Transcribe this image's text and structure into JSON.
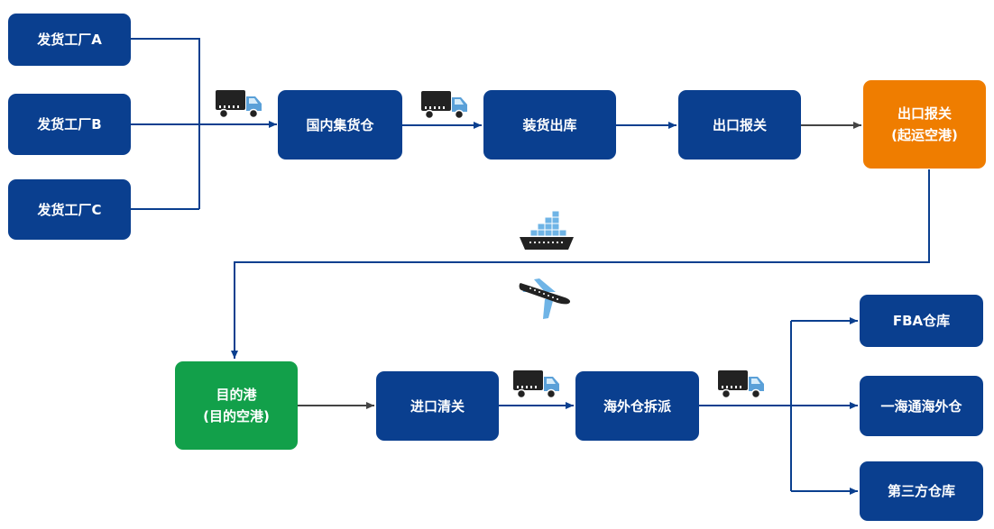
{
  "nodes": {
    "factory_a": "发货工厂A",
    "factory_b": "发货工厂B",
    "factory_c": "发货工厂C",
    "domestic_warehouse": "国内集货仓",
    "loading": "装货出库",
    "export_declaration": "出口报关",
    "export_customs_line1": "出口报关",
    "export_customs_line2": "(起运空港)",
    "destination_line1": "目的港",
    "destination_line2": "(目的空港)",
    "import_clearance": "进口清关",
    "overseas_split": "海外仓拆派",
    "fba": "FBA仓库",
    "yihaitong": "一海通海外仓",
    "third_party": "第三方仓库"
  },
  "colors": {
    "node_blue": "#0a3f8f",
    "node_orange": "#ef7d00",
    "node_green": "#12a04a",
    "line_blue": "#0a3f8f",
    "line_dark": "#444444"
  },
  "icons": [
    "truck-icon",
    "ship-icon",
    "airplane-icon"
  ]
}
